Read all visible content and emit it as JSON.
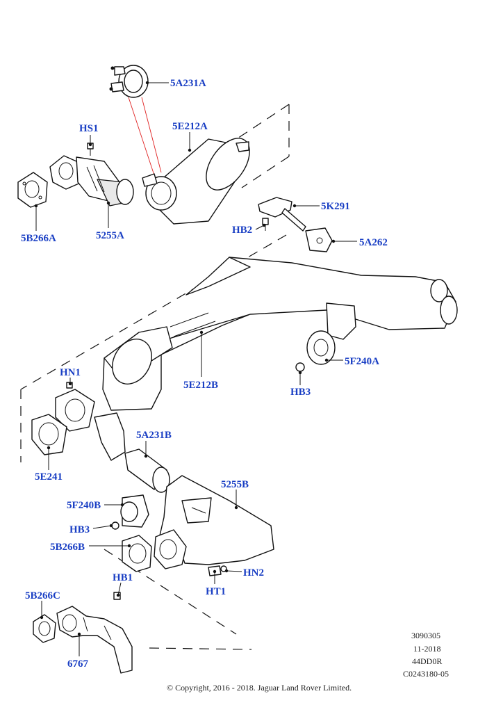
{
  "callouts": {
    "c5A231A": "5A231A",
    "cHS1": "HS1",
    "c5E212A": "5E212A",
    "c5B266A": "5B266A",
    "c5255A": "5255A",
    "c5K291": "5K291",
    "cHB2": "HB2",
    "c5A262": "5A262",
    "cHN1": "HN1",
    "c5E212B": "5E212B",
    "c5F240A": "5F240A",
    "cHB3a": "HB3",
    "c5E241": "5E241",
    "c5A231B": "5A231B",
    "c5255B": "5255B",
    "c5F240B": "5F240B",
    "cHB3b": "HB3",
    "c5B266B": "5B266B",
    "cHN2": "HN2",
    "cHT1": "HT1",
    "cHB1": "HB1",
    "c5B266C": "5B266C",
    "c6767": "6767"
  },
  "meta": {
    "line1": "3090305",
    "line2": "11-2018",
    "line3": "44DD0R",
    "line4": "C0243180-05"
  },
  "copyright": "© Copyright, 2016 - 2018. Jaguar Land Rover Limited."
}
